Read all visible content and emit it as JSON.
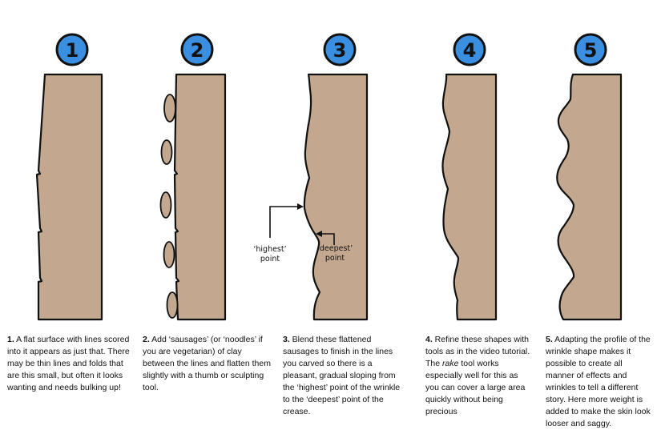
{
  "steps": [
    {
      "number": "1",
      "num_label": "1.",
      "text": " A flat surface with lines scored into it appears as just that. There may be thin lines and folds that are this small, but often it looks wanting and needs bulking up!"
    },
    {
      "number": "2",
      "num_label": "2.",
      "text": " Add ‘sausages’ (or ‘noodles’ if you are vegetarian) of clay between the lines and flatten them slightly with a thumb or sculpting tool."
    },
    {
      "number": "3",
      "num_label": "3.",
      "text": " Blend these flattened sausages to finish in the lines you carved so there is a pleasant, gradual sloping from the ‘highest’ point of the wrinkle to the ‘deepest’ point of the crease."
    },
    {
      "number": "4",
      "num_label": "4.",
      "text_before": " Refine these shapes with tools as in the video tutorial. The ",
      "text_italic": "rake",
      "text_after": " tool works especially well for this as you can cover a large area quickly without being precious"
    },
    {
      "number": "5",
      "num_label": "5.",
      "text": " Adapting the profile of the wrinkle shape makes it possible to create all manner of effects and wrinkles to tell a different story.  Here more weight is added to make the skin look looser and saggy."
    }
  ],
  "annotations": {
    "highest_line1": "‘highest’",
    "highest_line2": "point",
    "deepest_line1": "‘deepest’",
    "deepest_line2": "point"
  },
  "colors": {
    "clay": "#c3a78f",
    "step_circle": "#3b8fe0",
    "outline": "#111111"
  }
}
